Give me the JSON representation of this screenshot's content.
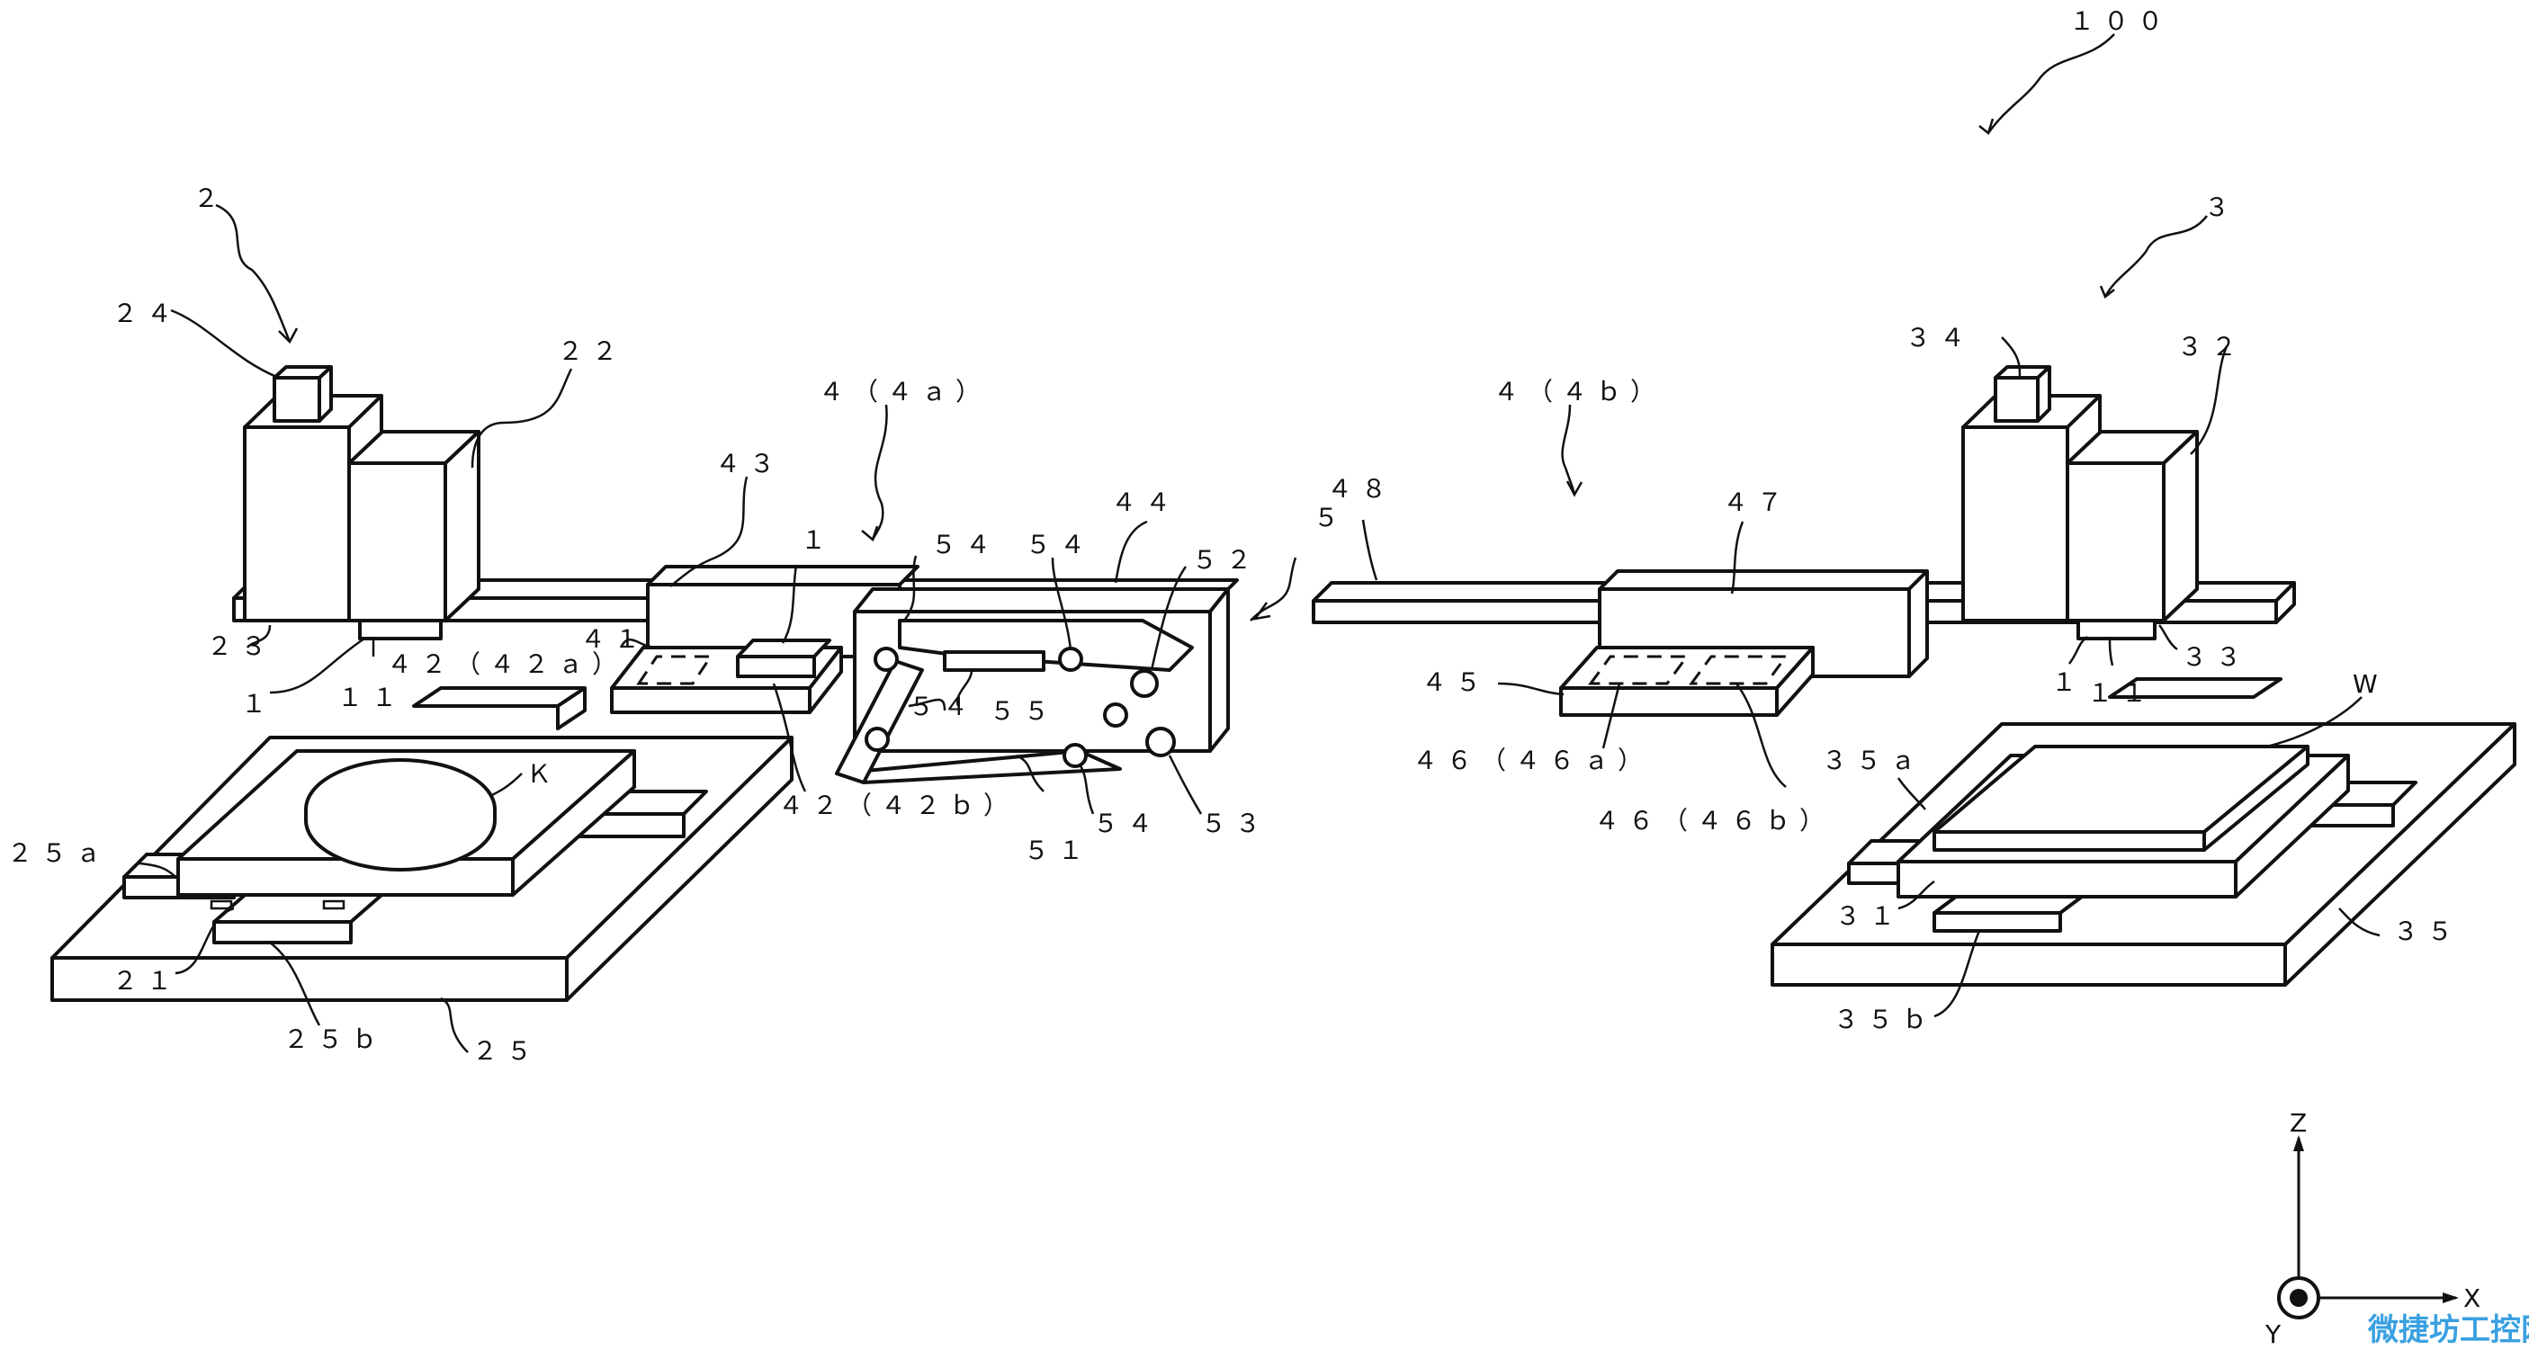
{
  "labels": {
    "l100": "１００",
    "l2": "２",
    "l3": "３",
    "l24": "２４",
    "l22": "２２",
    "l23": "２３",
    "l1a": "１",
    "l11a": "１１",
    "l42": "４２（４２ａ）",
    "l41": "４１",
    "l43": "４３",
    "l4a": "４（４ａ）",
    "l4b": "４（４ｂ）",
    "l1b": "１",
    "l54a": "５４",
    "l54b": "５４",
    "l44": "４４",
    "l52": "５２",
    "l5": "５",
    "l48": "４８",
    "l47": "４７",
    "l54c": "５４",
    "l55": "５５",
    "l42b": "４２（４２ｂ）",
    "l51": "５１",
    "l54d": "５４",
    "l53": "５３",
    "lK": "Ｋ",
    "l25a": "２５ａ",
    "l21": "２１",
    "l25b": "２５ｂ",
    "l25": "２５",
    "l34": "３４",
    "l32": "３２",
    "l33": "３３",
    "l1c": "１",
    "l11b": "１１",
    "l45": "４５",
    "l46a": "４６（４６ａ）",
    "l46b": "４６（４６ｂ）",
    "lW": "W",
    "l35a": "３５ａ",
    "l31": "３１",
    "l35": "３５",
    "l35b": "３５ｂ",
    "lZ": "Z",
    "lX": "X",
    "lY": "Y"
  },
  "watermark": "微捷坊工控网"
}
